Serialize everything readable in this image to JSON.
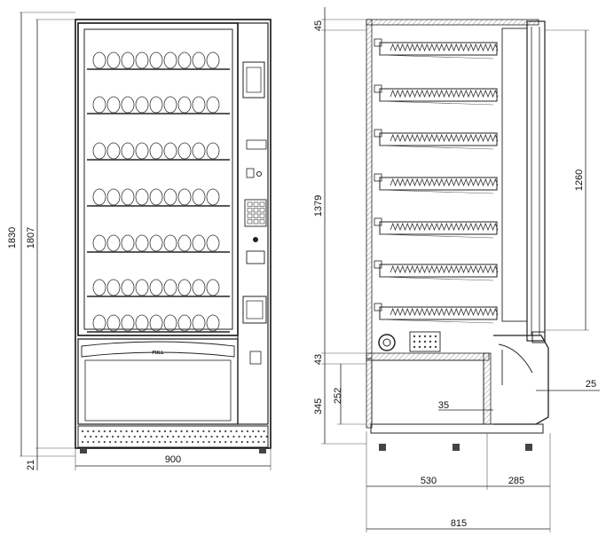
{
  "front_view": {
    "dimensions": {
      "total_height": "1830",
      "cabinet_height": "1807",
      "base_height": "21",
      "width": "900"
    },
    "pull_label": "PULL"
  },
  "side_view": {
    "dimensions": {
      "top_gap": "45",
      "inner_height": "1379",
      "door_glass_height": "1260",
      "floor_thickness": "43",
      "base_total": "345",
      "base_inner": "252",
      "inner_offset": "35",
      "door_offset": "25",
      "depth_front": "530",
      "depth_rear": "285",
      "total_depth": "815"
    }
  }
}
